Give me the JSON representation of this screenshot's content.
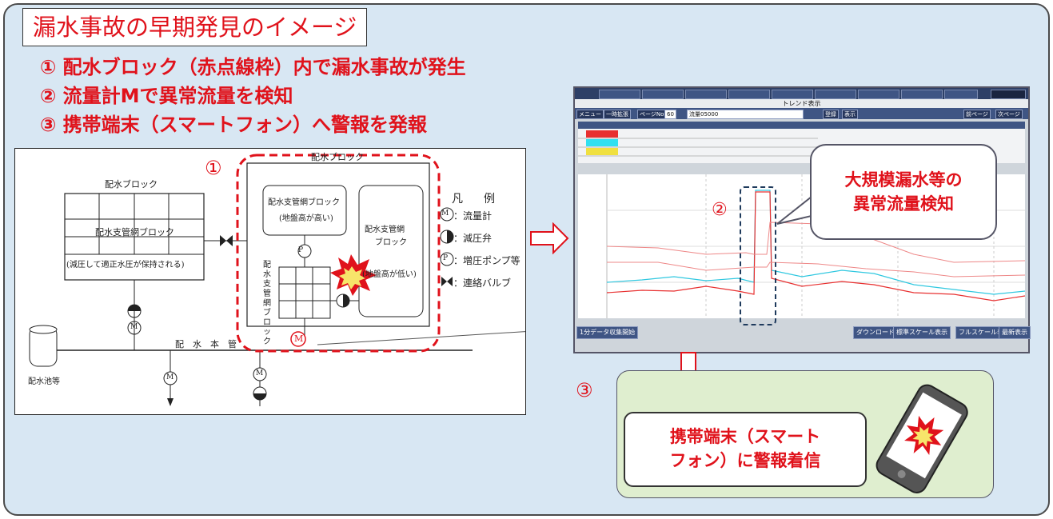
{
  "title": "漏水事故の早期発見のイメージ",
  "steps": [
    "① 配水ブロック（赤点線枠）内で漏水事故が発生",
    "② 流量計Mで異常流量を検知",
    "③ 携帯端末（スマートフォン）へ警報を発報"
  ],
  "diagram": {
    "number": "①",
    "left_block_label": "配水ブロック",
    "left_sub_label": "配水支管網ブロック",
    "left_note": "(減圧して適正水圧が保持される)",
    "right_block_label": "配水ブロック",
    "top_sub_label": "配水支管網ブロック",
    "top_sub_note": "(地盤高が高い)",
    "right_sub_label_1": "配水支管網",
    "right_sub_label_2": "ブロック",
    "right_sub_note": "(地盤高が低い)",
    "vertical_sub_label": "配水支管網ブロック",
    "main_pipe": "配　水　本　管",
    "reservoir": "配水池等",
    "symbol_m": "M",
    "symbol_p": "P",
    "legend_title": "凡　例",
    "legend": [
      {
        "symbol": "M",
        "label": "：流量計"
      },
      {
        "symbol": "half",
        "label": "：減圧弁"
      },
      {
        "symbol": "P",
        "label": "：増圧ポンプ等"
      },
      {
        "symbol": "valve",
        "label": "：連絡バルブ"
      }
    ]
  },
  "trend": {
    "window_title": "トレンド表示",
    "toolbar": [
      "メニュー",
      "一時拡張",
      "ページNo.",
      "60",
      "流量05000",
      "登録",
      "表示",
      "前ページ",
      "次ページ"
    ],
    "bottom_left": "1分データ収集開始",
    "bottom_right": [
      "ダウンロード",
      "標準スケール表示",
      "フルスケール表示",
      "最新表示"
    ],
    "number": "②",
    "callout": [
      "大規模漏水等の",
      "異常流量検知"
    ]
  },
  "phone": {
    "number": "③",
    "message": [
      "携帯端末（スマート",
      "フォン）に警報着信"
    ]
  },
  "colors": {
    "accent_red": "#e0121b",
    "frame_bg": "#d8e7f3",
    "phone_panel_bg": "#dfeecf",
    "chart_red": "#e83030",
    "chart_cyan": "#30c8e0"
  }
}
